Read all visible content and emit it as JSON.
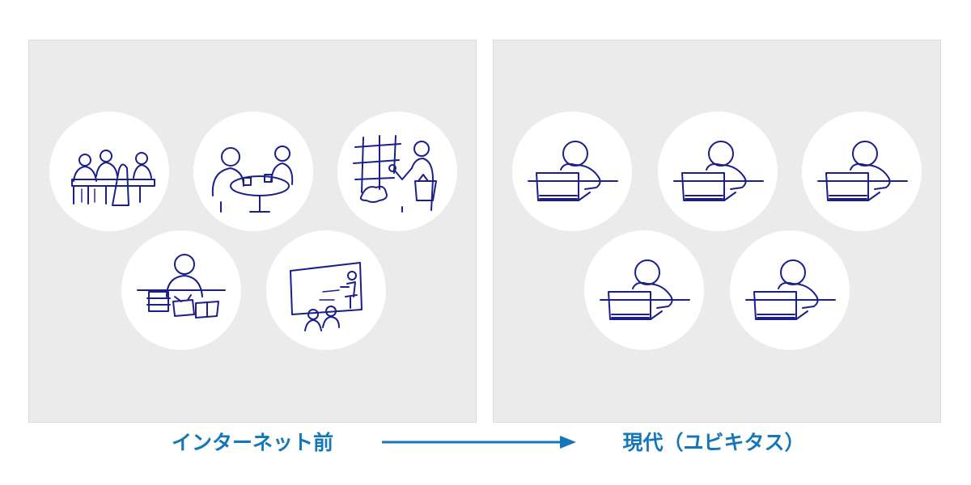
{
  "labels": {
    "before": "インターネット前",
    "after": "現代（ユビキタス）"
  },
  "colors": {
    "label_text": "#1577b8",
    "arrow": "#1577b8",
    "sketch_ink": "#1a1f8a",
    "panel_background": "#ebebeb",
    "bubble_background": "#ffffff"
  },
  "left_panel": {
    "scenes": [
      "group-meeting-sketch",
      "cafe-conversation-sketch",
      "shopping-sketch",
      "reading-books-sketch",
      "presentation-sketch"
    ]
  },
  "right_panel": {
    "scenes": [
      "laptop-user-sketch",
      "laptop-user-sketch",
      "laptop-user-sketch",
      "laptop-user-sketch",
      "laptop-user-sketch"
    ]
  }
}
